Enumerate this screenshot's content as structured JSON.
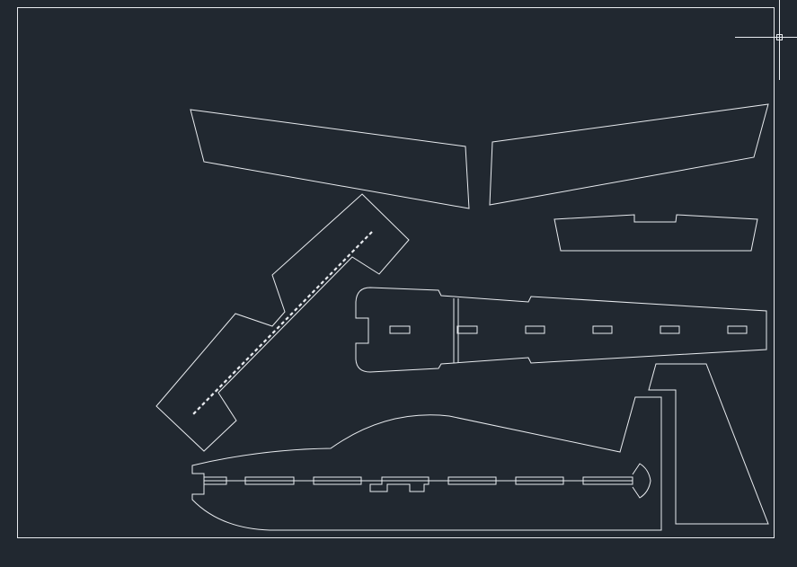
{
  "colors": {
    "background": "#212830",
    "stroke": "#e8ebef"
  },
  "drawing": {
    "parts": [
      {
        "name": "left-wing-panel",
        "kind": "polygon"
      },
      {
        "name": "right-wing-panel",
        "kind": "polygon"
      },
      {
        "name": "horizontal-stabilizer",
        "kind": "polygon"
      },
      {
        "name": "diagonal-wing-part",
        "kind": "polygon"
      },
      {
        "name": "fuselage-top-piece",
        "kind": "polygon"
      },
      {
        "name": "fuselage-side-profile",
        "kind": "polygon"
      },
      {
        "name": "vertical-fin",
        "kind": "polygon"
      }
    ],
    "cursor": {
      "icon": "crosshair-cursor-icon"
    }
  }
}
